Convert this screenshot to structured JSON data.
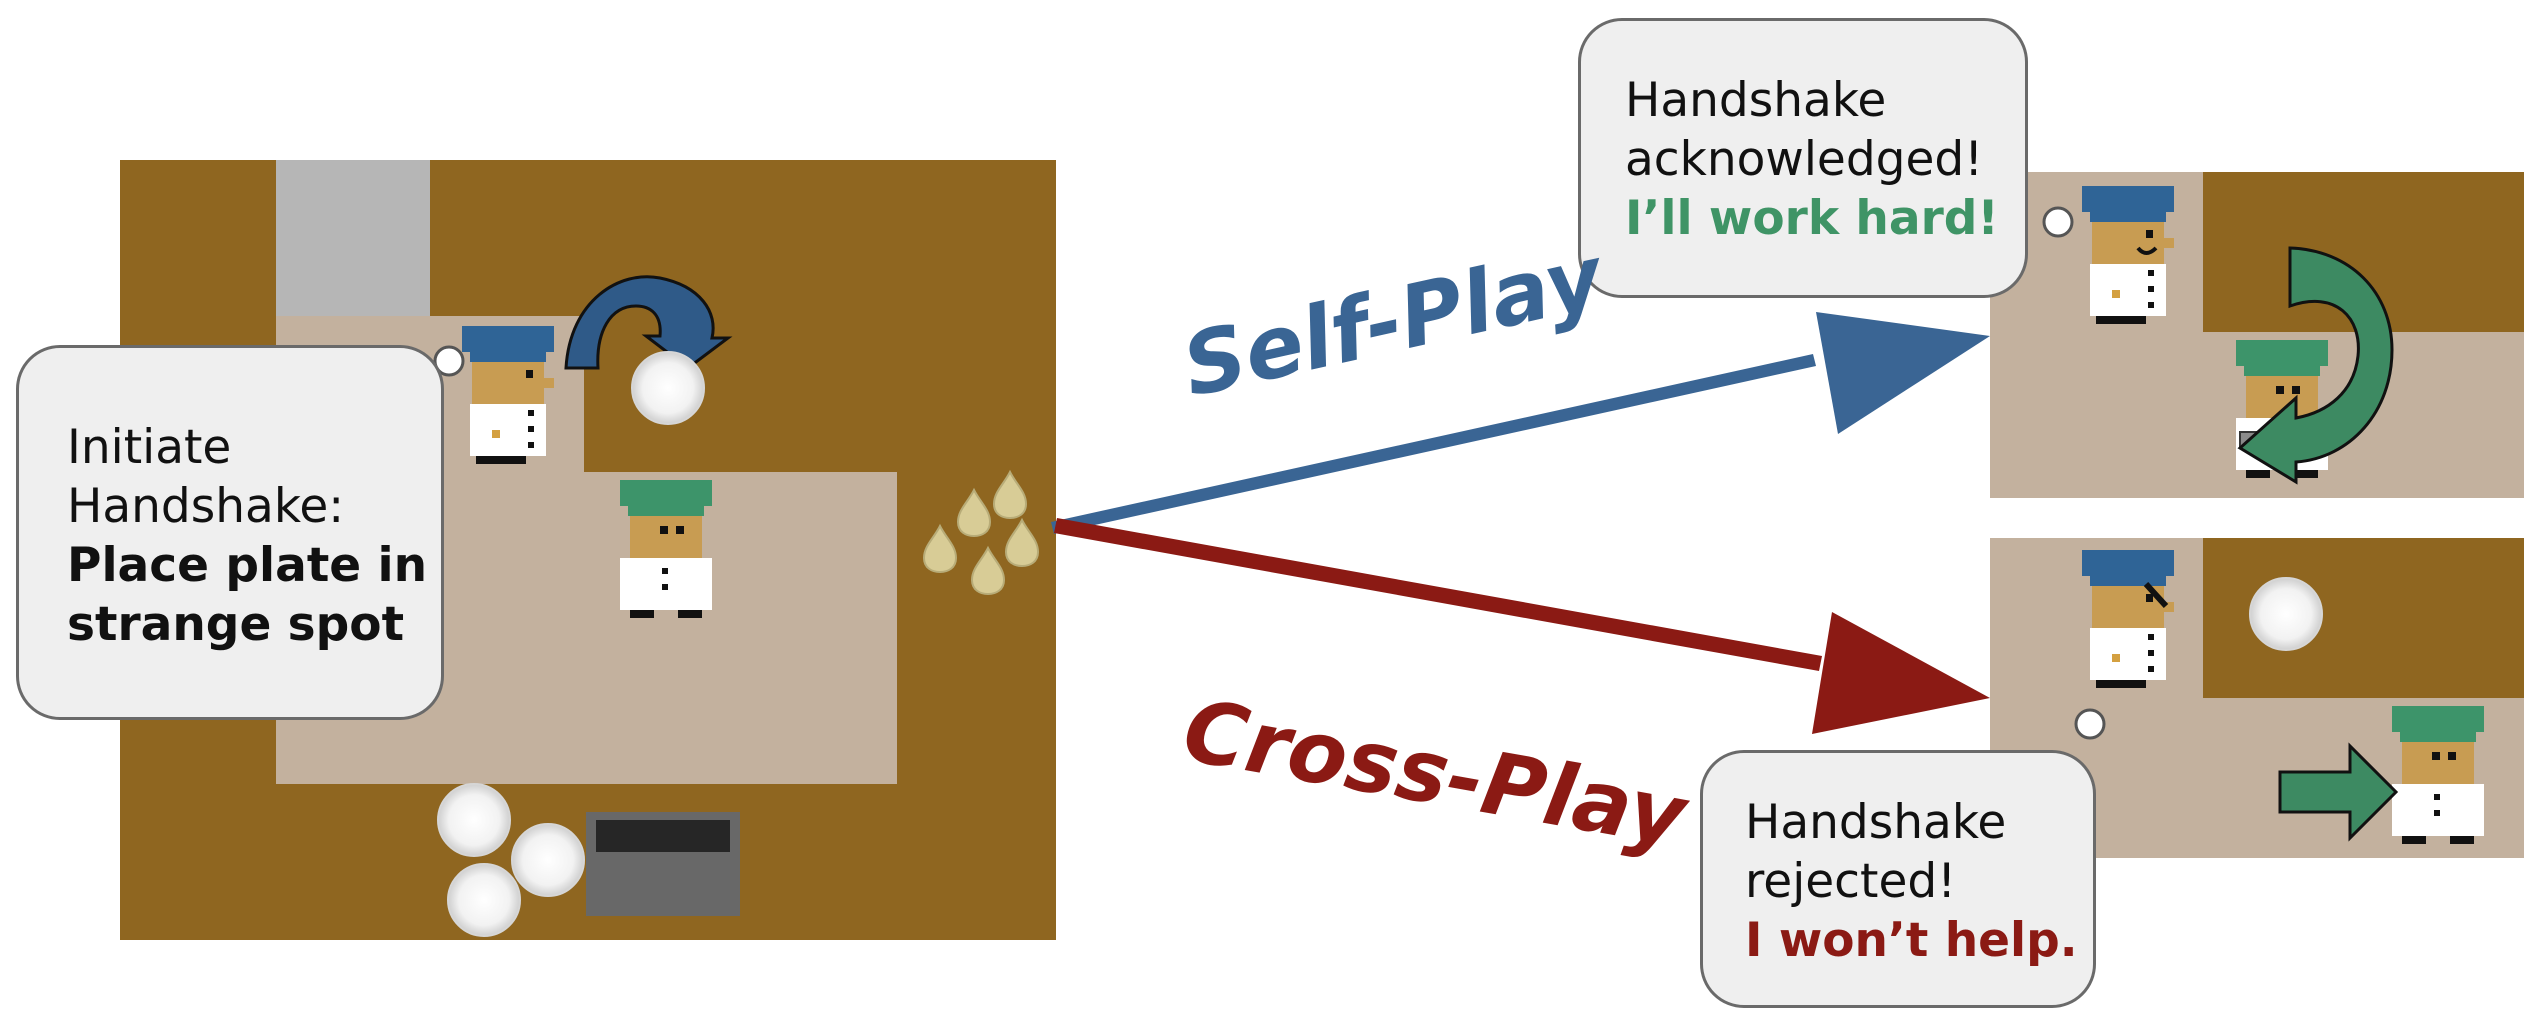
{
  "initiate_bubble": {
    "line1": "Initiate",
    "line2": "Handshake:",
    "line3": "Place plate in",
    "line4": "strange spot"
  },
  "acknowledged_bubble": {
    "line1": "Handshake",
    "line2": "acknowledged!",
    "line3": "I’ll work hard!"
  },
  "rejected_bubble": {
    "line1": "Handshake",
    "line2": "rejected!",
    "line3": "I won’t help."
  },
  "labels": {
    "self_play": "Self-Play",
    "cross_play": "Cross-Play"
  },
  "colors": {
    "self_play": "#3a6594",
    "cross_play": "#8b1a14",
    "positive_text": "#3f9466",
    "negative_text": "#8b1a14",
    "counter": "#8f6620",
    "floor": "#c3b19e",
    "chef_blue_hat": "#2f6496",
    "chef_green_hat": "#3d946a"
  },
  "icons": [
    "plate-icon",
    "onion-icon",
    "pot-icon",
    "dish-dispenser-icon",
    "chef-icon",
    "curved-arrow-icon",
    "right-arrow-icon"
  ]
}
